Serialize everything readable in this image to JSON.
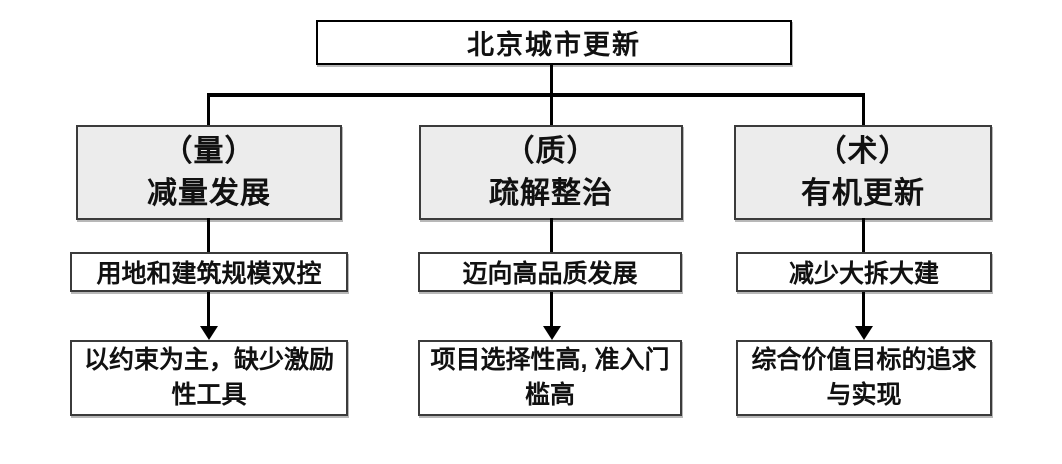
{
  "diagram": {
    "title": "北京城市更新",
    "columns": [
      {
        "tag_line": "（量）",
        "name_line": "减量发展",
        "middle": "用地和建筑规模双控",
        "bottom": "以约束为主，缺少激励性工具"
      },
      {
        "tag_line": "（质）",
        "name_line": "疏解整治",
        "middle": "迈向高品质发展",
        "bottom": "项目选择性高, 准入门槛高"
      },
      {
        "tag_line": "（术）",
        "name_line": "有机更新",
        "middle": "减少大拆大建",
        "bottom": "综合价值目标的追求与实现"
      }
    ]
  },
  "colors": {
    "background": "#ffffff",
    "header_fill": "#ececec",
    "box_fill": "#ffffff",
    "border": "#3b3b3b",
    "connector": "#000000"
  }
}
